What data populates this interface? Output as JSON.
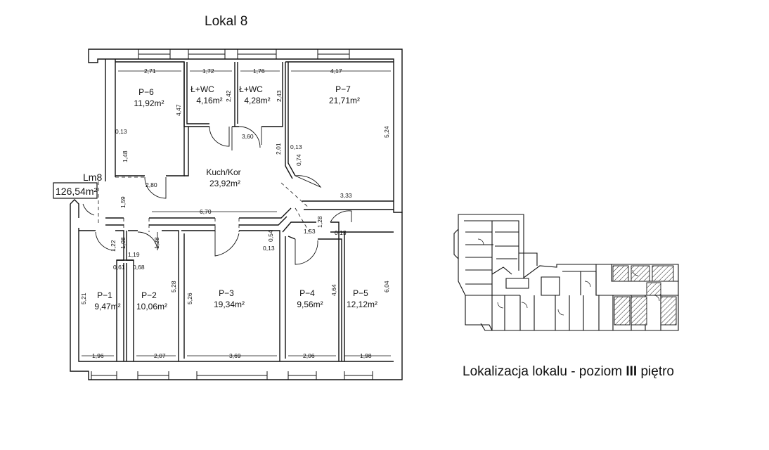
{
  "plan_title": "Lokal 8",
  "location_caption": {
    "before": "Lokalizacja lokalu - poziom ",
    "level": "III",
    "after": " piętro"
  },
  "unit": {
    "label": "Lm8",
    "area": "126,54m²"
  },
  "rooms": [
    {
      "id": "P-6",
      "name": "P−6",
      "area": "11,92m²"
    },
    {
      "id": "LWC1",
      "name": "Ł+WC",
      "area": "4,16m²"
    },
    {
      "id": "LWC2",
      "name": "Ł+WC",
      "area": "4,28m²"
    },
    {
      "id": "P-7",
      "name": "P−7",
      "area": "21,71m²"
    },
    {
      "id": "kitchen",
      "name": "Kuch/Kor",
      "area": "23,92m²"
    },
    {
      "id": "P-1",
      "name": "P−1",
      "area": "9,47m²"
    },
    {
      "id": "P-2",
      "name": "P−2",
      "area": "10,06m²"
    },
    {
      "id": "P-3",
      "name": "P−3",
      "area": "19,34m²"
    },
    {
      "id": "P-4",
      "name": "P−4",
      "area": "9,56m²"
    },
    {
      "id": "P-5",
      "name": "P−5",
      "area": "12,12m²"
    }
  ],
  "dimensions": [
    "2,71",
    "1,72",
    "1,76",
    "4,17",
    "4,47",
    "2,42",
    "2,43",
    "5,24",
    "0,13",
    "1,48",
    "3,60",
    "2,01",
    "0,13",
    "0,74",
    "2,80",
    "3,33",
    "1,59",
    "6,70",
    "1,28",
    "1,53",
    "0,13",
    "0,54",
    "0,13",
    "1,22",
    "1,08",
    "1,28",
    "1,19",
    "0,61",
    "0,68",
    "5,21",
    "5,28",
    "5,26",
    "4,64",
    "6,04",
    "1,96",
    "2,07",
    "3,69",
    "2,06",
    "1,98"
  ]
}
